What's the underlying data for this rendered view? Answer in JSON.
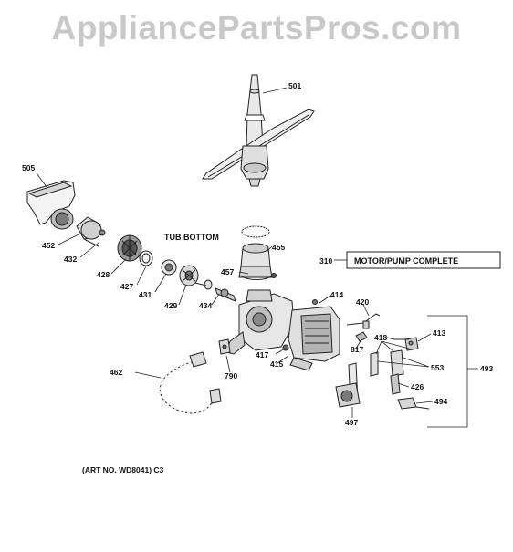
{
  "watermark": "AppliancePartsPros.com",
  "headings": {
    "tub_bottom": "TUB BOTTOM",
    "motor_pump": "MOTOR/PUMP COMPLETE",
    "motor_pump_ref": "310",
    "art_no": "(ART NO. WD8041) C3"
  },
  "parts": [
    "501",
    "505",
    "452",
    "432",
    "428",
    "427",
    "431",
    "429",
    "434",
    "455",
    "457",
    "414",
    "420",
    "413",
    "418",
    "817",
    "553",
    "493",
    "417",
    "415",
    "790",
    "462",
    "426",
    "494",
    "497"
  ]
}
